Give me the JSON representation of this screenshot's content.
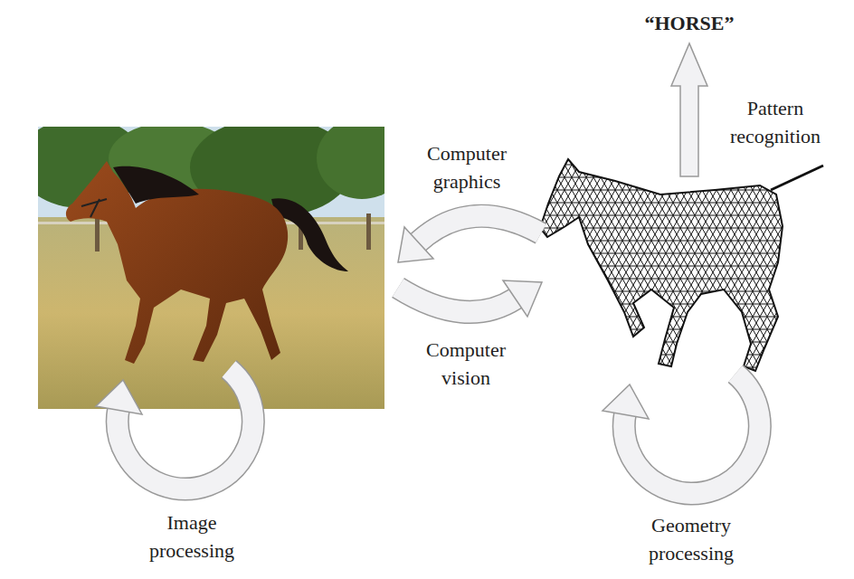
{
  "diagram": {
    "labels": [
      "“HORSE”",
      "Pattern recognition",
      "Computer graphics",
      "Computer vision",
      "Image processing",
      "Geometry processing"
    ]
  }
}
